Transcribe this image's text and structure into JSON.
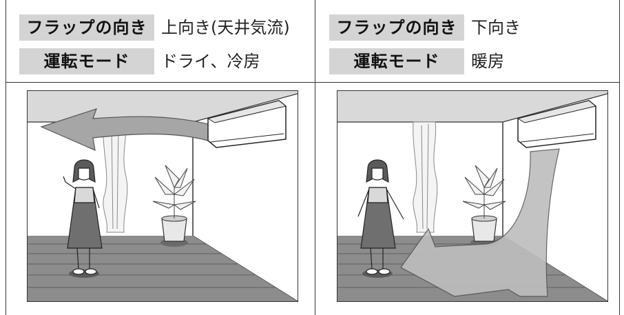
{
  "left_panel": {
    "flap_label": "フラップの向き",
    "flap_value": "上向き(天井気流)",
    "mode_label": "運転モード",
    "mode_value": "ドライ、冷房",
    "illustration_icons": [
      "air-conditioner-icon",
      "airflow-arrow-icon",
      "person-icon",
      "plant-icon",
      "curtain-icon"
    ]
  },
  "right_panel": {
    "flap_label": "フラップの向き",
    "flap_value": "下向き",
    "mode_label": "運転モード",
    "mode_value": "暖房",
    "illustration_icons": [
      "air-conditioner-icon",
      "airflow-arrow-icon",
      "person-icon",
      "plant-icon",
      "curtain-icon"
    ]
  },
  "colors": {
    "label_background": "#d4d4d4",
    "border": "#333333",
    "ceiling": "#d9d9d9",
    "floor": "#8c8c8c",
    "airflow": "#9a9a9a"
  }
}
